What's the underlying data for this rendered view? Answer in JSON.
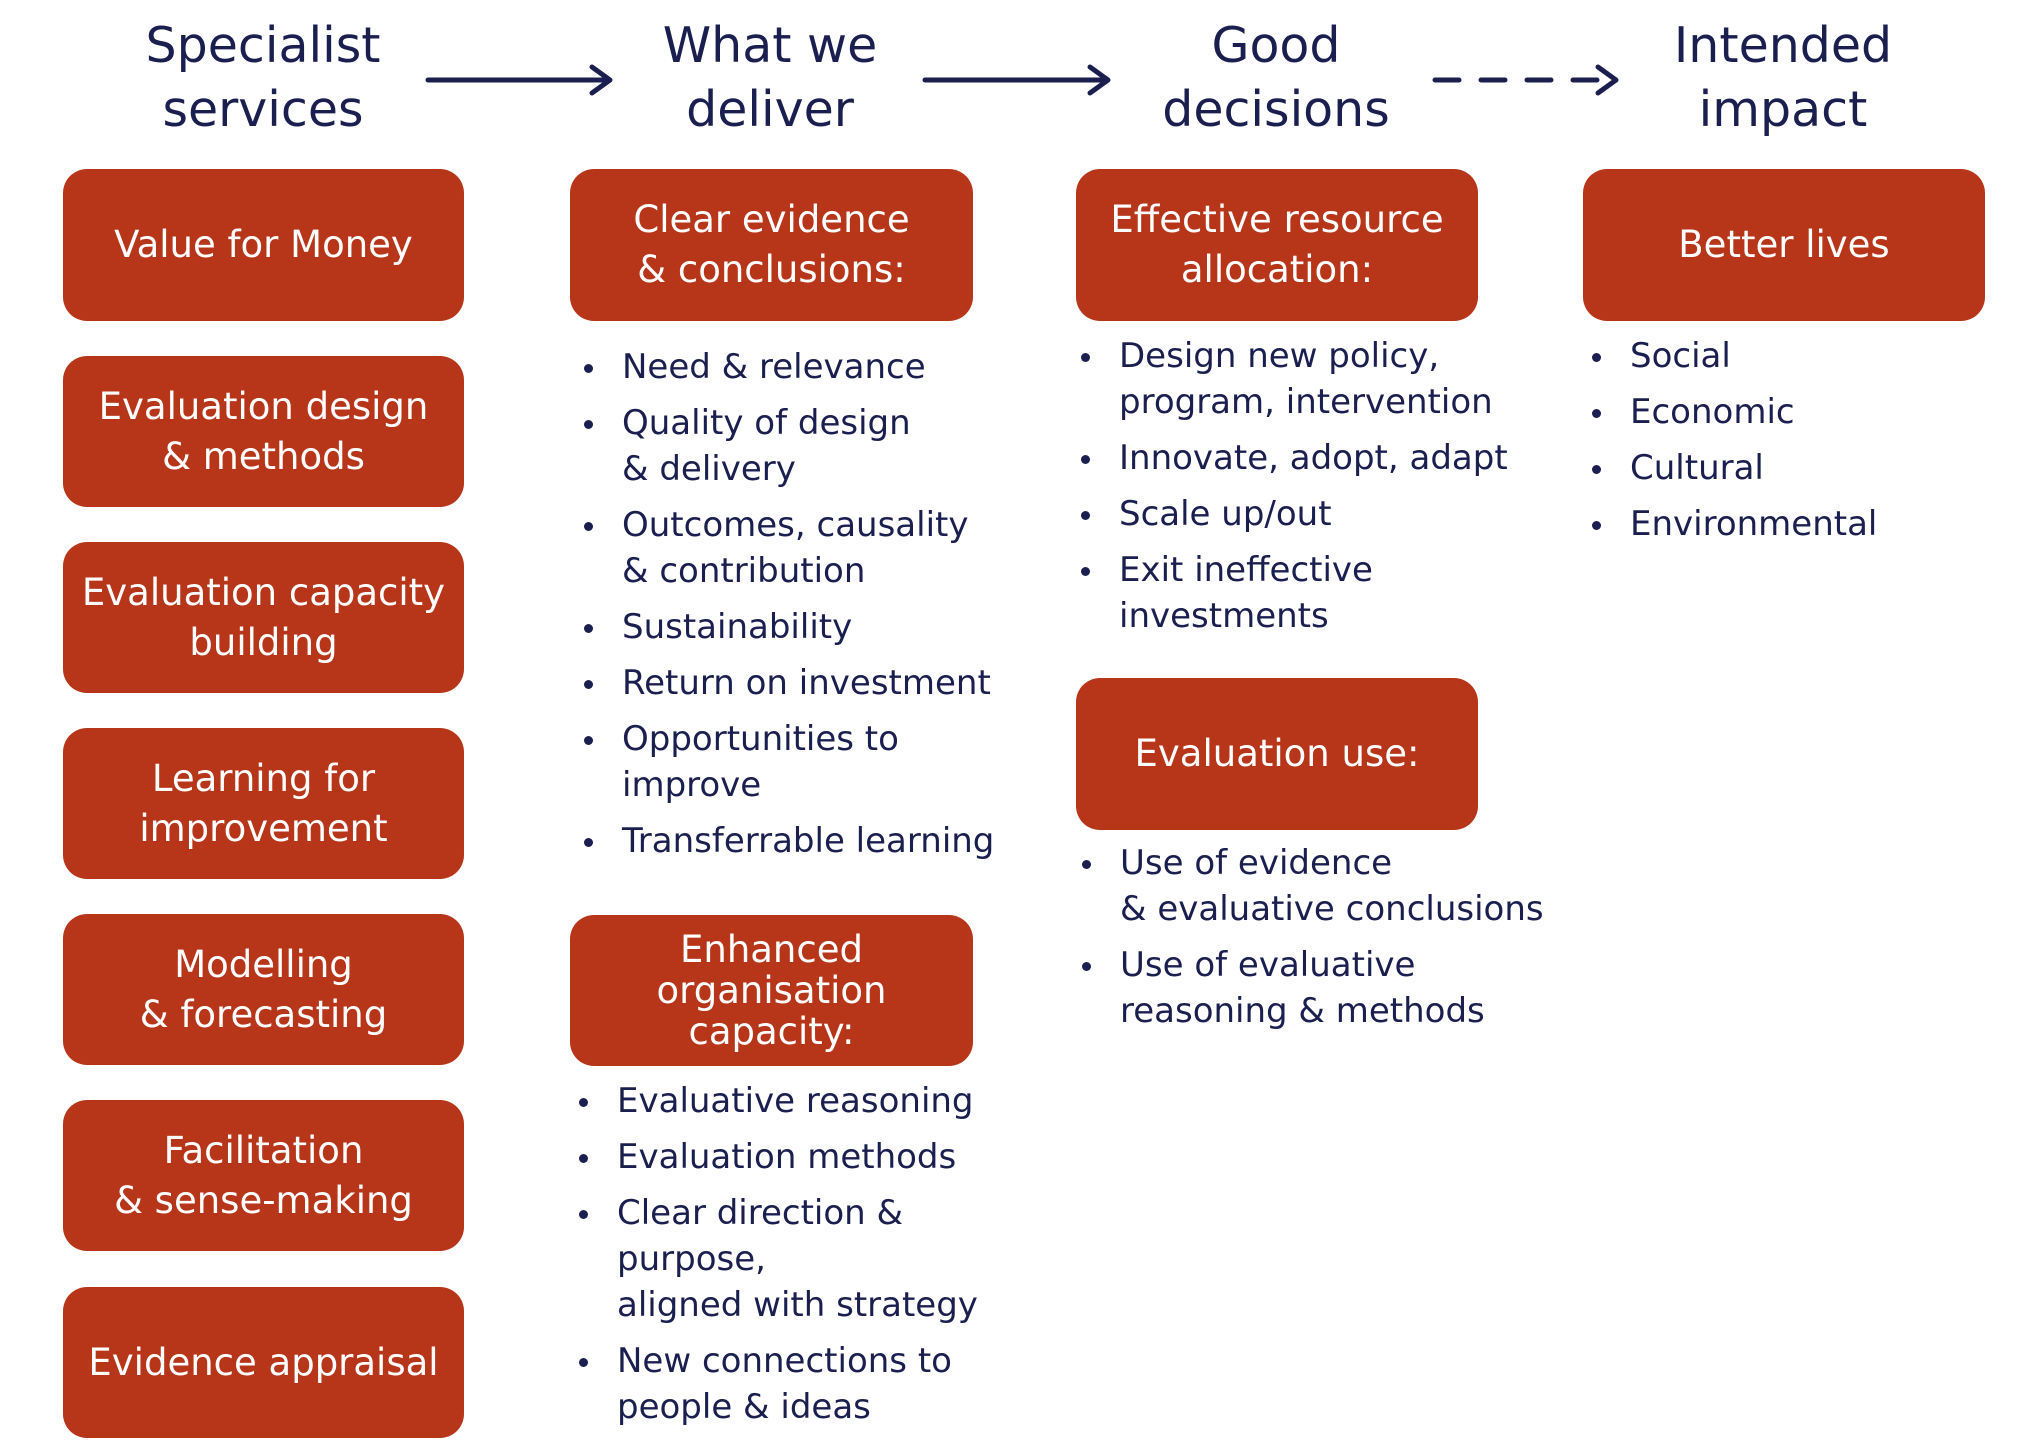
{
  "headers": {
    "specialist": "Specialist\nservices",
    "deliver": "What we\ndeliver",
    "decisions": "Good\ndecisions",
    "impact": "Intended\nimpact"
  },
  "specialist_services": [
    "Value for Money",
    "Evaluation design\n& methods",
    "Evaluation capacity\nbuilding",
    "Learning for\nimprovement",
    "Modelling\n& forecasting",
    "Facilitation\n& sense-making",
    "Evidence appraisal"
  ],
  "deliver": {
    "clear_evidence": {
      "title": "Clear evidence\n& conclusions:",
      "items": [
        "Need & relevance",
        "Quality of design\n& delivery",
        "Outcomes, causality\n& contribution",
        "Sustainability",
        "Return on investment",
        "Opportunities to\nimprove",
        "Transferrable learning"
      ]
    },
    "capacity": {
      "title": "Enhanced\norganisation\ncapacity:",
      "items": [
        "Evaluative reasoning",
        "Evaluation methods",
        "Clear direction & purpose,\naligned with strategy",
        "New connections to\npeople & ideas"
      ]
    }
  },
  "decisions": {
    "resource_allocation": {
      "title": "Effective resource\nallocation:",
      "items": [
        "Design new policy,\nprogram, intervention",
        "Innovate, adopt, adapt",
        "Scale up/out",
        "Exit ineffective\ninvestments"
      ]
    },
    "evaluation_use": {
      "title": "Evaluation use:",
      "items": [
        "Use of evidence\n& evaluative conclusions",
        "Use of evaluative\nreasoning & methods"
      ]
    }
  },
  "impact": {
    "title": "Better lives",
    "items": [
      "Social",
      "Economic",
      "Cultural",
      "Environmental"
    ]
  },
  "colors": {
    "box": "#b7361a",
    "text": "#1a1f4f"
  }
}
